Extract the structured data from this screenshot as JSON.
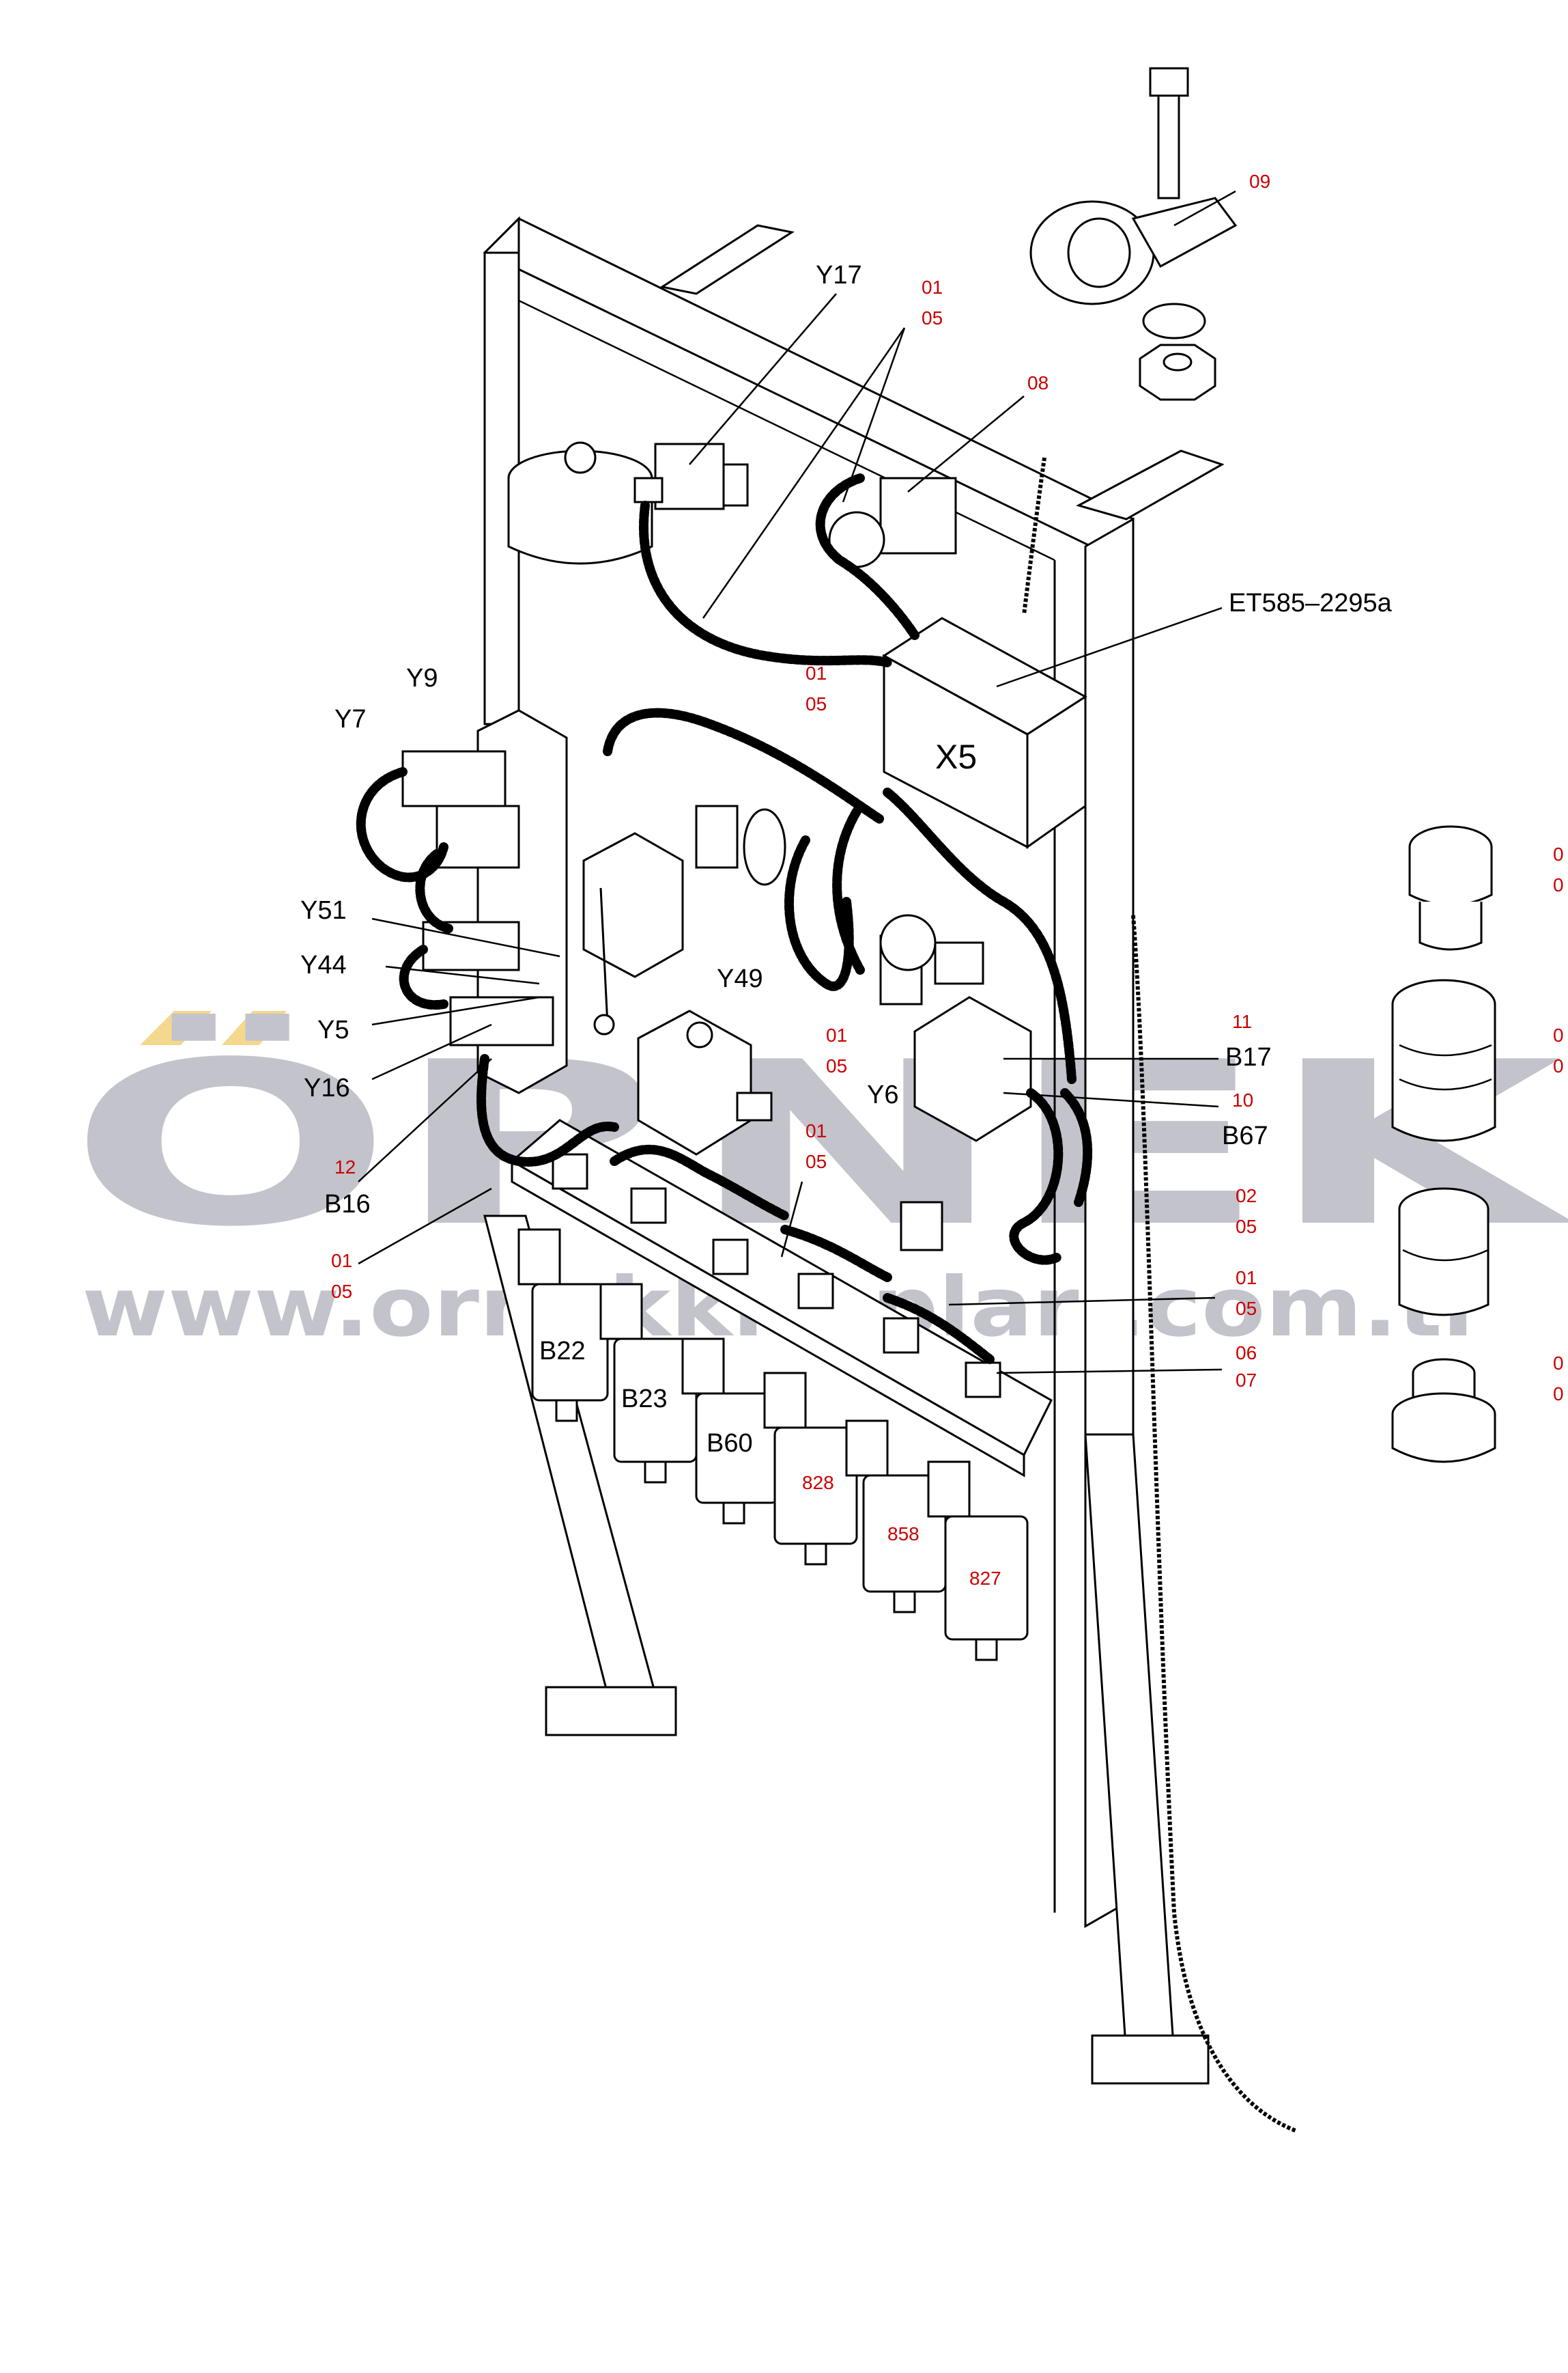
{
  "diagram_id": "ET585–2295a",
  "components": {
    "Y17": "Y17",
    "Y9": "Y9",
    "Y7": "Y7",
    "Y51": "Y51",
    "Y44": "Y44",
    "Y5": "Y5",
    "Y16": "Y16",
    "B16": "B16",
    "Y49": "Y49",
    "Y6": "Y6",
    "B17": "B17",
    "B67": "B67",
    "X5": "X5",
    "B22": "B22",
    "B23": "B23",
    "B60": "B60"
  },
  "part_refs": {
    "r09": "09",
    "r08": "08",
    "r01_top": "01",
    "r05_top": "05",
    "r01_mid": "01",
    "r05_mid": "05",
    "r01_y49": "01",
    "r05_y49": "05",
    "r11": "11",
    "r10": "10",
    "r12": "12",
    "r01_b16": "01",
    "r05_b16": "05",
    "r01_c": "01",
    "r05_c": "05",
    "r02": "02",
    "r05_d": "05",
    "r01_e": "01",
    "r05_e": "05",
    "r06": "06",
    "r07": "07",
    "r828": "828",
    "r858": "858",
    "r827": "827",
    "side1_a": "0",
    "side1_b": "0",
    "side2_a": "0",
    "side2_b": "0",
    "side3_a": "0",
    "side3_b": "0"
  },
  "watermark": {
    "brand": "ÖRNEK",
    "url": "www.ornekkitaplari.com.tr"
  },
  "colors": {
    "ref_red": "#cc0000",
    "watermark_gray": "#b9b9c4",
    "watermark_accent": "#f2d27a"
  }
}
